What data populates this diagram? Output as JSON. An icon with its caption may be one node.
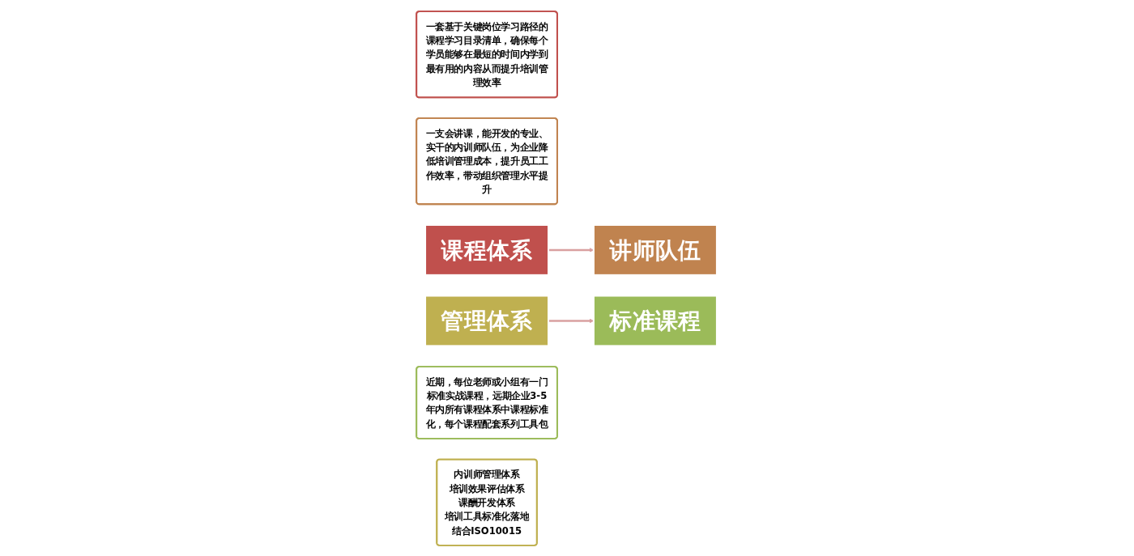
{
  "diagram": {
    "nodes": [
      {
        "text": [
          "一套基于关键岗位学习路径的课程学习目录清单，确保每个学员能够在最短的时间内学到最有用的内容从而提升培训管理效率"
        ]
      },
      {
        "text": [
          "一支会讲课，能开发的专业、实干的内训师队伍，为企业降低培训管理成本，提升员工工作效率，带动组织管理水平提升"
        ]
      },
      {
        "text": [
          "课程体系"
        ]
      },
      {
        "text": [
          "讲师队伍"
        ]
      },
      {
        "text": [
          "标准课程"
        ]
      },
      {
        "text": [
          "管理体系"
        ]
      },
      {
        "text": [
          "近期，每位老师或小组有一门标准实战课程，远期企业3-5年内所有课程体系中课程标准化，每个课程配套系列工具包"
        ]
      },
      {
        "text": [
          "内训师管理体系",
          "培训效果评估体系",
          "课酬开发体系",
          "培训工具标准化落地",
          "结合ISO10015"
        ]
      }
    ],
    "edges": [
      {
        "from": 2,
        "to": 3,
        "arrow": "to"
      },
      {
        "from": 5,
        "to": 4,
        "arrow": "to"
      }
    ]
  }
}
